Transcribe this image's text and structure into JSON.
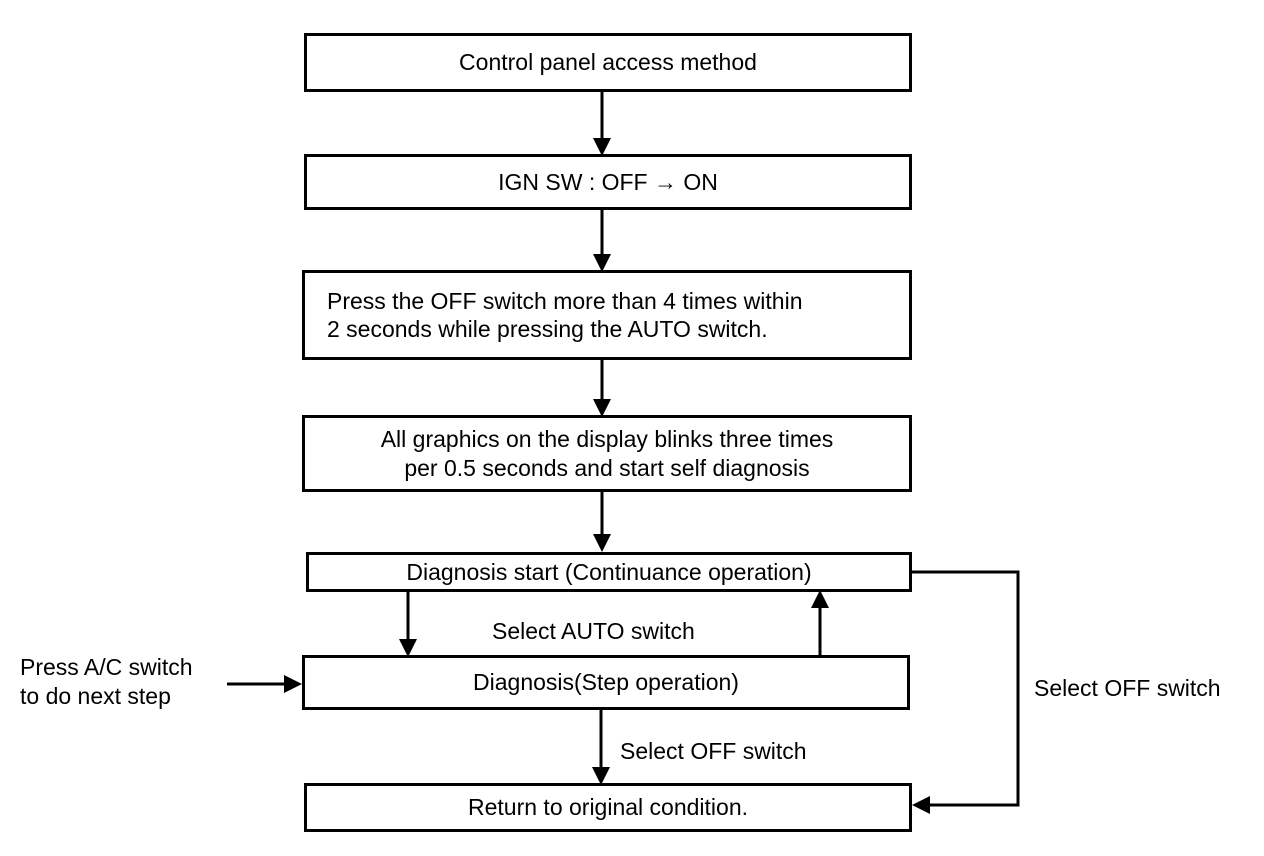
{
  "diagram": {
    "title_text": "Control panel access method",
    "nodes": [
      {
        "id": "n1",
        "label": "Control panel access method"
      },
      {
        "id": "n2",
        "label": "IGN SW : OFF → ON"
      },
      {
        "id": "n3",
        "label": "Press the OFF switch more than 4 times within\n2 seconds while pressing the AUTO switch."
      },
      {
        "id": "n4",
        "label": "All graphics on the display blinks three times\nper 0.5 seconds and start self diagnosis"
      },
      {
        "id": "n5",
        "label": "Diagnosis start (Continuance operation)"
      },
      {
        "id": "n6",
        "label": "Diagnosis(Step operation)"
      },
      {
        "id": "n7",
        "label": "Return to original condition."
      }
    ],
    "edge_labels": [
      {
        "id": "e_auto",
        "label": "Select AUTO switch"
      },
      {
        "id": "e_off_mid",
        "label": "Select OFF switch"
      },
      {
        "id": "e_off_right",
        "label": "Select OFF switch"
      }
    ],
    "annotations": [
      {
        "id": "a_left",
        "label": "Press A/C switch\nto do next step"
      }
    ],
    "colors": {
      "background": "#ffffff",
      "stroke": "#000000",
      "text": "#000000"
    }
  }
}
